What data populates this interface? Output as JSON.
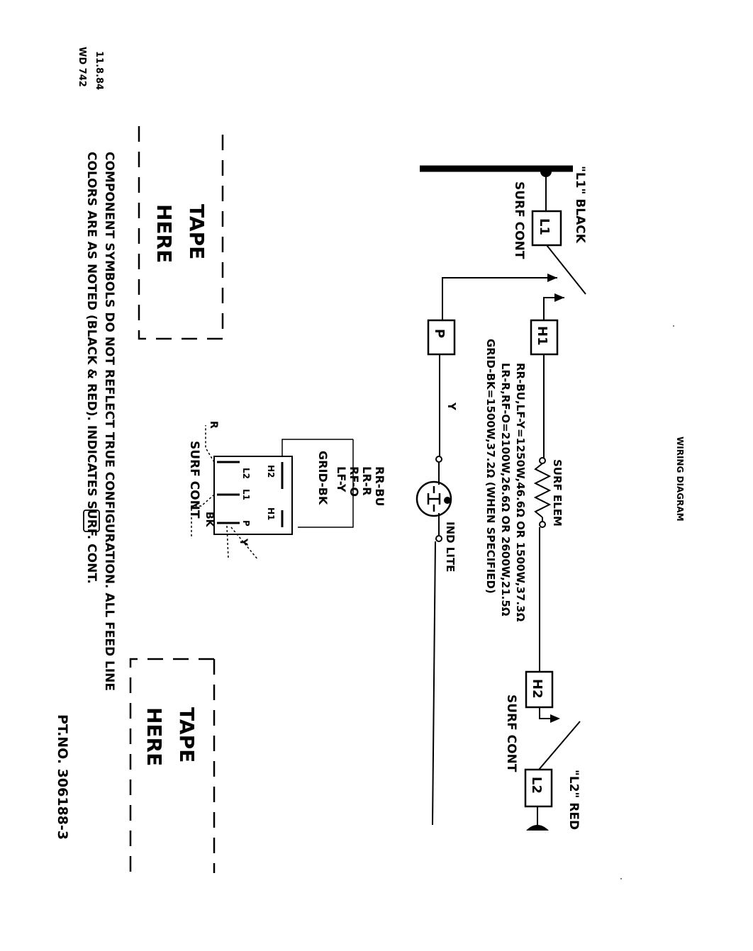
{
  "doc": {
    "date_code": "11.8.84",
    "wd_code": "WD 742",
    "title": "WIRING DIAGRAM",
    "part_no": "PT.NO. 306188-3"
  },
  "supply": {
    "l1_label": "\"L1\" BLACK",
    "l2_label": "\"L2\" RED"
  },
  "terminals": {
    "l1": "L1",
    "l2": "L2",
    "h1": "H1",
    "h2": "H2",
    "p": "P"
  },
  "labels": {
    "surf_cont_1": "SURF CONT",
    "surf_cont_2": "SURF CONT",
    "surf_elem": "SURF ELEM",
    "wire_y": "Y",
    "ind_lite": "IND LITE"
  },
  "ratings": [
    "RR-BU,LF-Y=1250W,46.6Ω OR 1500W,37.3Ω",
    "LR-R,RF-O=2100W,26.6Ω OR 2600W,21.5Ω",
    "GRID-BK=1500W,37.2Ω (WHEN SPECIFIED)"
  ],
  "color_legend": [
    "RR-BU",
    "LR-R",
    "RF-O",
    "LF-Y",
    "GRID-BK"
  ],
  "inset": {
    "h2": "H2",
    "h1": "H1",
    "l2": "L2",
    "l1": "L1",
    "p": "P",
    "wire_r": "R",
    "wire_bk": "BK",
    "wire_y": "Y",
    "label": "SURF CONT"
  },
  "tape": {
    "line1": "TAPE",
    "line2": "HERE"
  },
  "notes": {
    "line1": "COMPONENT SYMBOLS DO NOT REFLECT TRUE CONFIGURATION.  ALL FEED LINE",
    "line2": "COLORS  ARE  AS  NOTED   (BLACK & RED).        INDICATES  SURF. CONT."
  }
}
